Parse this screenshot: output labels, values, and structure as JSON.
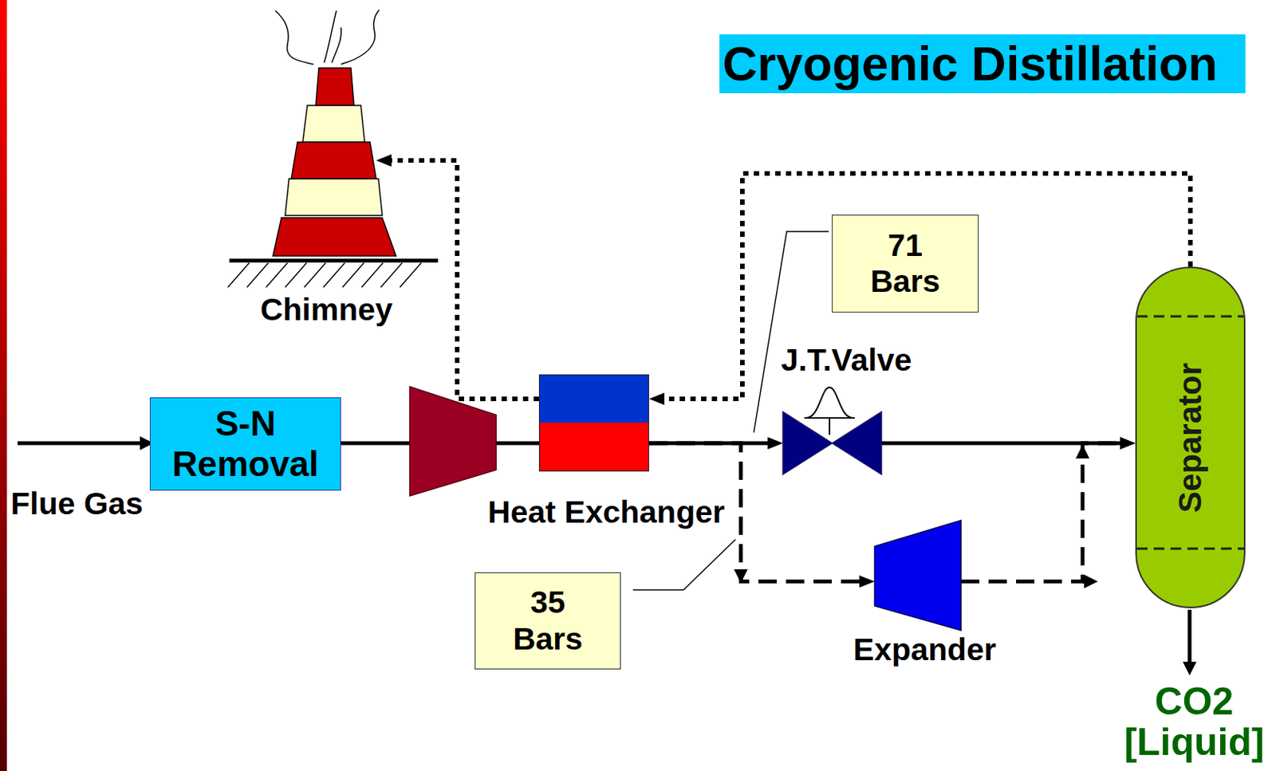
{
  "diagram": {
    "title": "Cryogenic Distillation",
    "nodes": [
      {
        "text": [
          "Chimney"
        ]
      },
      {
        "text": [
          "71 Bars"
        ]
      },
      {
        "text": [
          "J.T.Valve"
        ]
      },
      {
        "text": [
          "S-N Removal"
        ]
      },
      {
        "text": [
          "Heat Exchanger"
        ]
      },
      {
        "text": [
          "Separator"
        ]
      },
      {
        "text": [
          "35 Bars"
        ]
      },
      {
        "text": [
          "Expander"
        ]
      }
    ],
    "edges": [
      {
        "from": 3,
        "to": 4,
        "arrow": "none"
      },
      {
        "from": 4,
        "to": 2,
        "arrow": "to"
      },
      {
        "from": 4,
        "to": 7,
        "arrow": "to"
      },
      {
        "from": 2,
        "to": 5,
        "arrow": "to"
      },
      {
        "from": 7,
        "to": 5,
        "arrow": "to"
      },
      {
        "from": 5,
        "to": 4,
        "arrow": "to"
      },
      {
        "from": 4,
        "to": 0,
        "arrow": "to"
      }
    ],
    "labels": [
      "Flue Gas",
      "CO2 [Liquid]"
    ]
  }
}
